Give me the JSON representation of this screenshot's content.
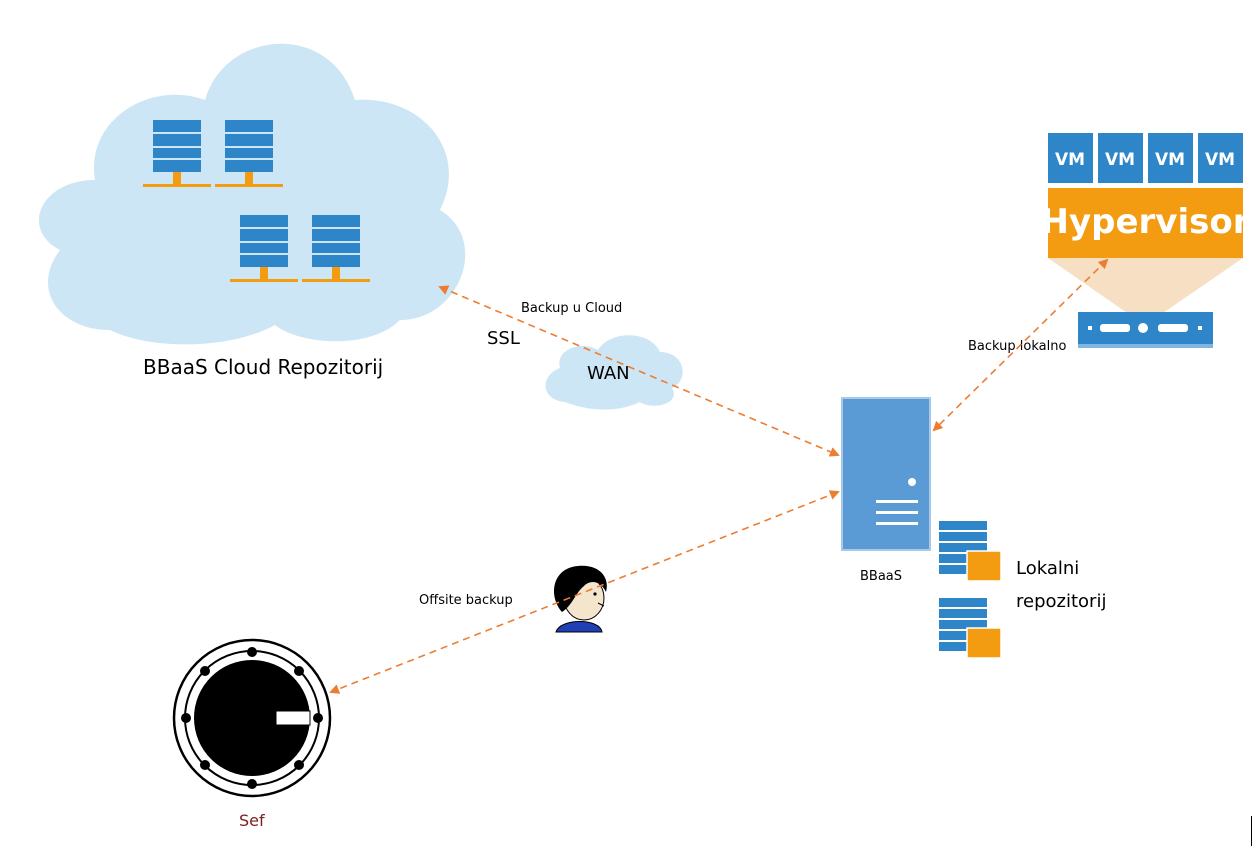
{
  "diagram": {
    "cloud_label": "BBaaS Cloud Repozitorij",
    "wan_label": "WAN",
    "ssl_label": "SSL",
    "backup_cloud_label": "Backup u Cloud",
    "backup_local_label": "Backup lokalno",
    "offsite_label": "Offsite backup",
    "bbaas_label": "BBaaS",
    "local_repo_label_line1": "Lokalni",
    "local_repo_label_line2": "repozitorij",
    "safe_label": "Sef",
    "hypervisor_label": "Hypervisor",
    "vm_labels": [
      "VM",
      "VM",
      "VM",
      "VM"
    ],
    "colors": {
      "cloud_fill": "#cde6f5",
      "server_blue": "#2e86c8",
      "orange": "#ed7d31",
      "hypervisor": "#f39c12",
      "bbaas_box": "#5b9bd5"
    },
    "icons": [
      "cloud-icon",
      "server-stack-icon",
      "vm-icon",
      "hypervisor-icon",
      "physical-server-icon",
      "tower-server-icon",
      "person-icon",
      "safe-icon",
      "local-storage-icon"
    ]
  }
}
